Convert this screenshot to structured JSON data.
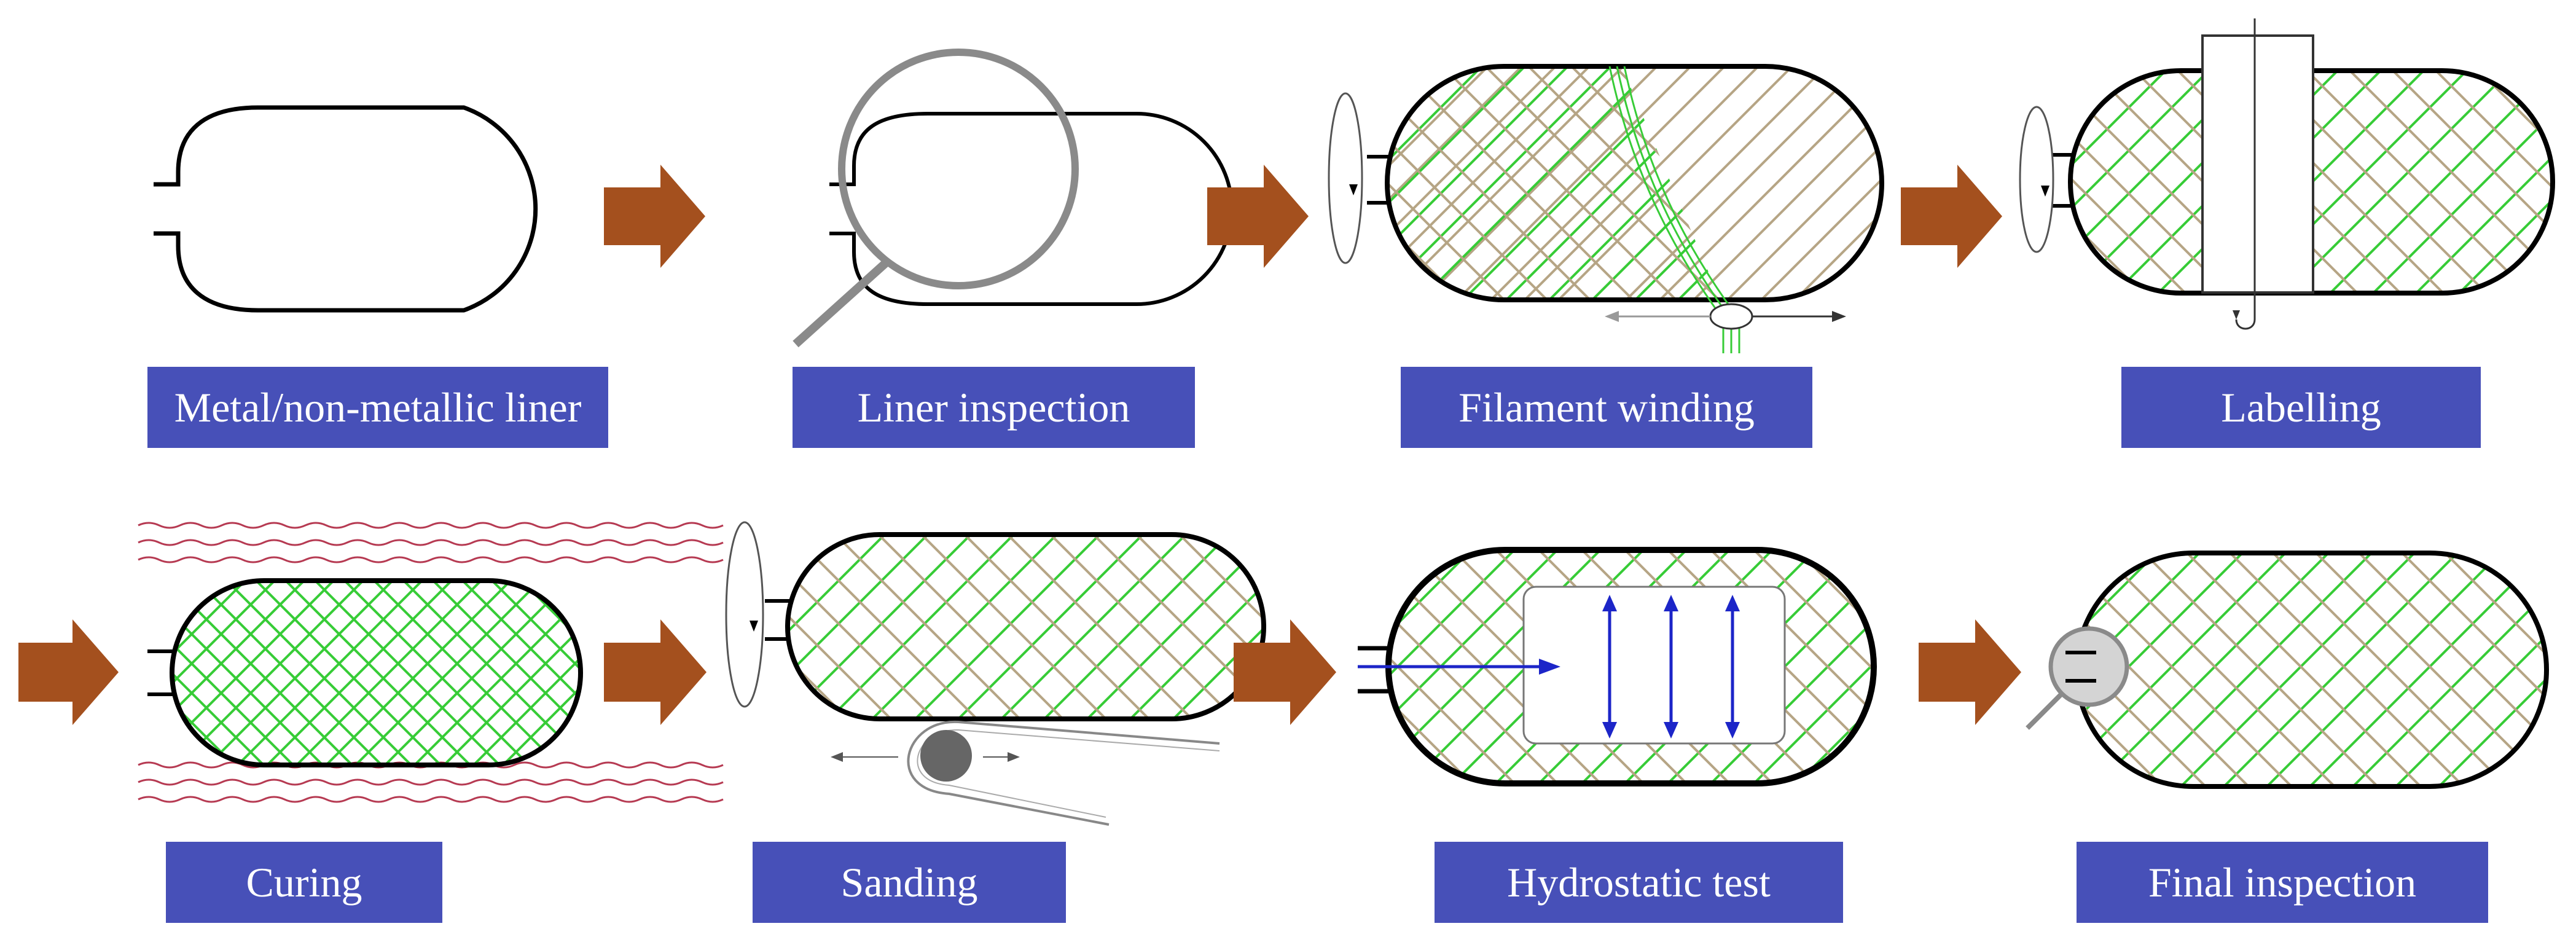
{
  "steps": [
    {
      "label": "Metal/non-metallic liner"
    },
    {
      "label": "Liner inspection"
    },
    {
      "label": "Filament winding"
    },
    {
      "label": "Labelling"
    },
    {
      "label": "Curing"
    },
    {
      "label": "Sanding"
    },
    {
      "label": "Hydrostatic test"
    },
    {
      "label": "Final inspection"
    }
  ],
  "colors": {
    "arrow": "#a4501e",
    "label_bg": "#4750b8",
    "winding_green": "#37cc37",
    "winding_tan": "#b6a585",
    "heat_red": "#b63a52",
    "pressure_blue": "#1c25c8"
  },
  "icons": [
    "magnifier-icon",
    "spool-icon",
    "roller-icon",
    "heat-wave-icon",
    "pressure-arrow-icon"
  ]
}
